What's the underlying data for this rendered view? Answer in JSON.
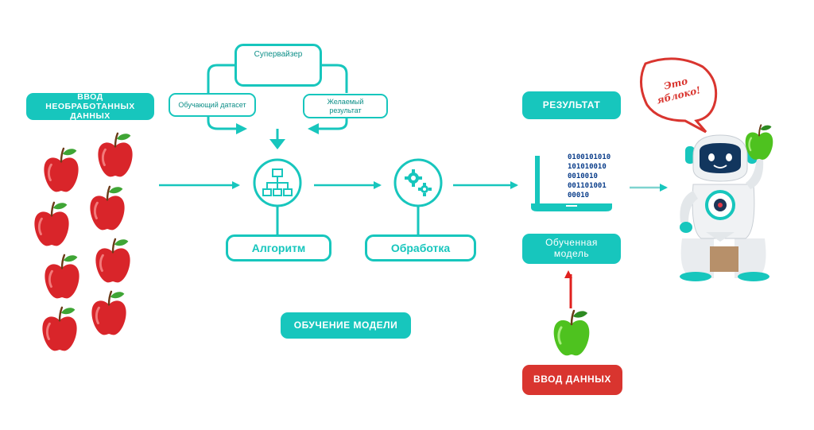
{
  "labels": {
    "raw_input": "ВВОД НЕОБРАБОТАННЫХ ДАННЫХ",
    "supervisor": "Супервайзер",
    "training_dataset": "Обучающий датасет",
    "desired_result": "Желаемый результат",
    "algorithm": "Алгоритм",
    "processing": "Обработка",
    "result": "РЕЗУЛЬТАТ",
    "trained_model": "Обученная модель",
    "model_training": "ОБУЧЕНИЕ МОДЕЛИ",
    "data_input": "ВВОД ДАННЫХ",
    "speech": "Это яблоко!"
  },
  "binary_lines": [
    "0100101010",
    "101010010",
    "0010010",
    "001101001",
    "00010"
  ],
  "colors": {
    "teal": "#17c6bd",
    "red": "#d9352f",
    "apple_red": "#d9252a",
    "apple_green": "#4ec21f",
    "laptop": "#17c6bd"
  },
  "icons": {
    "supervisor": "person-at-desk-icon",
    "algorithm": "hierarchy-icon",
    "processing": "gears-icon",
    "output": "laptop-icon",
    "robot": "robot-icon"
  }
}
